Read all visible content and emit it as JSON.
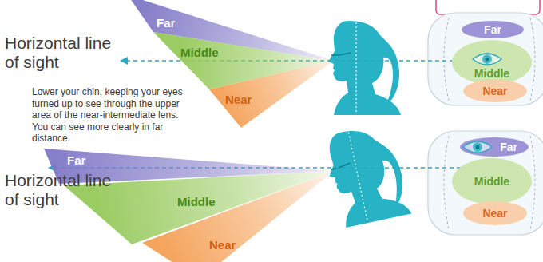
{
  "diagram": {
    "nodes": [
      {
        "text": [
          "Far"
        ]
      },
      {
        "text": [
          "Middle"
        ]
      },
      {
        "text": [
          "Near"
        ]
      },
      {
        "text": [
          "Far"
        ]
      },
      {
        "text": [
          "Middle"
        ]
      },
      {
        "text": [
          "Near"
        ]
      },
      {
        "text": [
          "Far"
        ]
      },
      {
        "text": [
          "Middle"
        ]
      },
      {
        "text": [
          "Near"
        ]
      },
      {
        "text": [
          "Far"
        ]
      },
      {
        "text": [
          "Middle"
        ]
      },
      {
        "text": [
          "Near"
        ]
      }
    ],
    "labels": [
      "Horizontal line of sight",
      "Lower your chin, keeping your eyes turned up to see through the upper area of the near-intermediate lens. You can see more clearly in far distance.",
      "Horizontal line of sight"
    ]
  }
}
